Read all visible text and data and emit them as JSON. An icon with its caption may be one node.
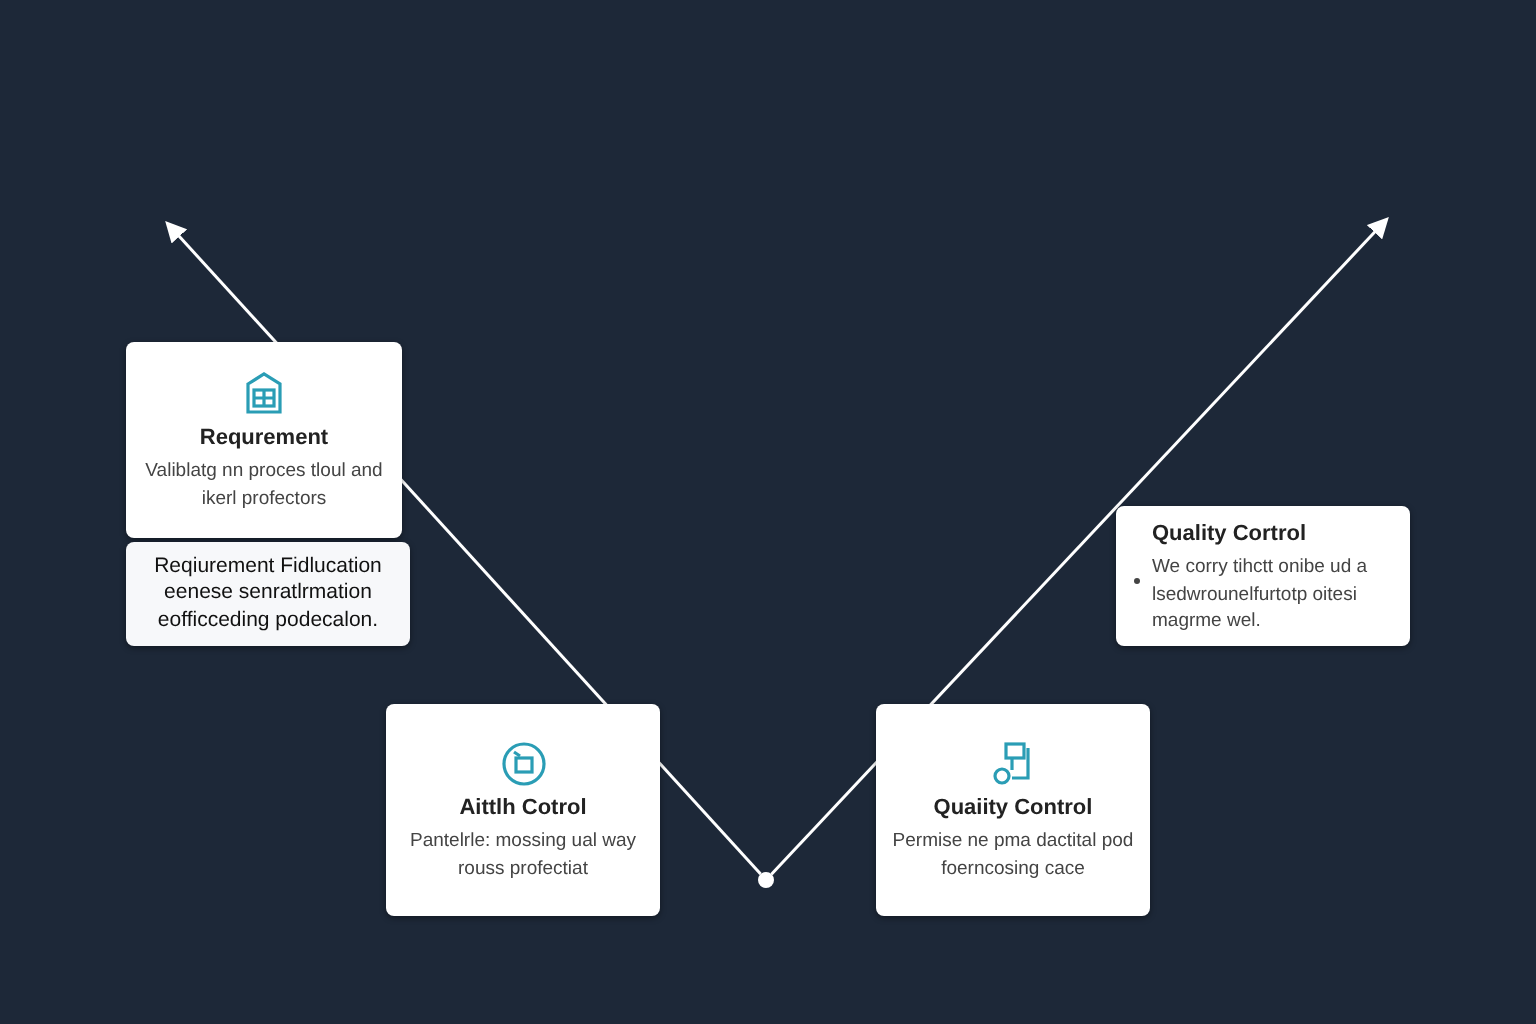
{
  "diagram": {
    "nodes": [
      {
        "text": [
          "Requrement",
          "Valiblatg nn proces tloul and ikerl profectors"
        ]
      },
      {
        "text": [
          "Reqiurement Fidlucation eenese senratlrmation eofficceding podecalon."
        ]
      },
      {
        "text": [
          "Quality Cortrol",
          "We corry tihctt onibe ud a lsedwrounelfurtotp oitesi magrme wel."
        ]
      },
      {
        "text": [
          "Aittlh Cotrol",
          "Pantelrle: mossing ual way rouss profectiat"
        ]
      },
      {
        "text": [
          "Quaiity Control",
          "Permise ne pma dactital pod foerncosing cace"
        ]
      },
      {
        "text": [],
        "shape": "circle"
      }
    ],
    "edges": [
      {
        "from": 5,
        "to": null,
        "arrow": "to"
      },
      {
        "from": 5,
        "to": null,
        "arrow": "to"
      }
    ]
  }
}
